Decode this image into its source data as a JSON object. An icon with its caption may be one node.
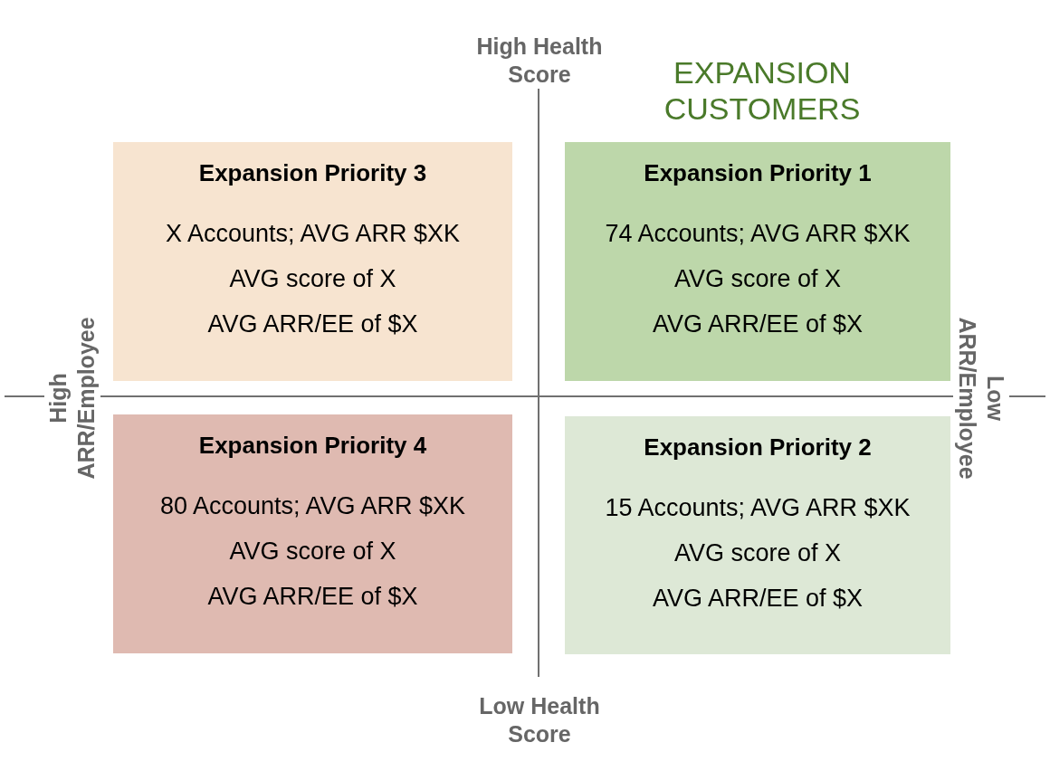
{
  "diagram": {
    "title": "EXPANSION CUSTOMERS",
    "nodes": [
      {
        "text": [
          "Expansion Priority 3",
          "X Accounts; AVG ARR $XK",
          "AVG score of X",
          "AVG ARR/EE of $X"
        ]
      },
      {
        "text": [
          "Expansion Priority 1",
          "74 Accounts; AVG ARR $XK",
          "AVG score of X",
          "AVG ARR/EE of $X"
        ]
      },
      {
        "text": [
          "Expansion Priority 4",
          "80 Accounts; AVG ARR $XK",
          "AVG score of X",
          "AVG ARR/EE of $X"
        ]
      },
      {
        "text": [
          "Expansion Priority 2",
          "15 Accounts; AVG ARR $XK",
          "AVG score of X",
          "AVG ARR/EE of $X"
        ]
      }
    ],
    "labels": [
      "High Health Score",
      "High ARR/Employee",
      "Low ARR/Employee",
      "Low Health Score"
    ]
  }
}
